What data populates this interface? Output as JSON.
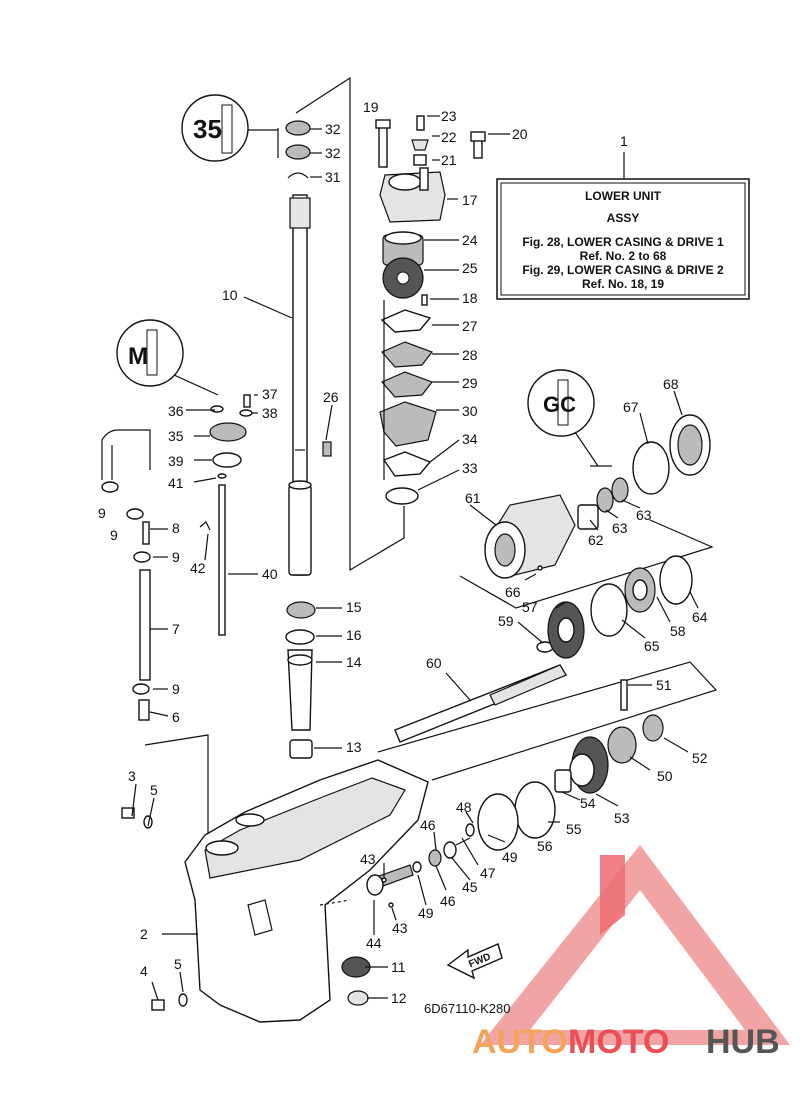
{
  "info_box": {
    "ref": "1",
    "line1": "LOWER UNIT",
    "line2": "ASSY",
    "line3": "Fig. 28, LOWER CASING & DRIVE 1",
    "line4": "Ref. No. 2 to 68",
    "line5": "Fig. 29, LOWER CASING & DRIVE 2",
    "line6": "Ref. No. 18, 19"
  },
  "callouts": {
    "c2": "2",
    "c3": "3",
    "c4": "4",
    "c5a": "5",
    "c5b": "5",
    "c6": "6",
    "c7": "7",
    "c8": "8",
    "c9a": "9",
    "c9b": "9",
    "c9c": "9",
    "c9d": "9",
    "c10": "10",
    "c11": "11",
    "c12": "12",
    "c13": "13",
    "c14": "14",
    "c15": "15",
    "c16": "16",
    "c17": "17",
    "c18": "18",
    "c19": "19",
    "c20": "20",
    "c21": "21",
    "c22": "22",
    "c23": "23",
    "c24": "24",
    "c25": "25",
    "c26": "26",
    "c27": "27",
    "c28": "28",
    "c29": "29",
    "c30": "30",
    "c31": "31",
    "c32a": "32",
    "c32b": "32",
    "c33": "33",
    "c34": "34",
    "c35": "35",
    "c36": "36",
    "c37": "37",
    "c38": "38",
    "c39": "39",
    "c40": "40",
    "c41": "41",
    "c42": "42",
    "c43a": "43",
    "c43b": "43",
    "c44": "44",
    "c45": "45",
    "c46a": "46",
    "c46b": "46",
    "c47": "47",
    "c48": "48",
    "c49a": "49",
    "c49b": "49",
    "c50": "50",
    "c51": "51",
    "c52": "52",
    "c53": "53",
    "c54a": "54",
    "c55": "55",
    "c56": "56",
    "c57": "57",
    "c58": "58",
    "c59": "59",
    "c60": "60",
    "c61": "61",
    "c62": "62",
    "c63a": "63",
    "c63b": "63",
    "c64": "64",
    "c65": "65",
    "c66": "66",
    "c67": "67",
    "c68": "68"
  },
  "fwd_label": "FWD",
  "drawing_code": "6D67110-K280",
  "watermark": {
    "part1": "AUTO",
    "part2": "MOTO",
    "part3": "HUB",
    "color_auto": "#f4a35a",
    "color_moto": "#ea4f55",
    "color_hub": "#555555"
  },
  "icons": [
    "grease-icon",
    "sealant-icon",
    "gear-oil-icon"
  ]
}
